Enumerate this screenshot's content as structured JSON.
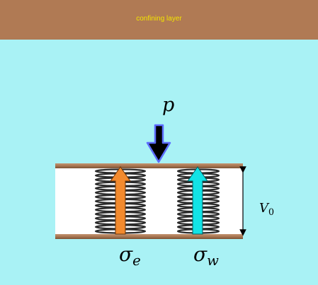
{
  "confining_layer": {
    "label": "confining layer"
  },
  "load": {
    "symbol": "p"
  },
  "volume": {
    "symbol": "V",
    "subscript": "0"
  },
  "effective_stress": {
    "symbol": "σ",
    "subscript": "e"
  },
  "water_pressure": {
    "symbol": "σ",
    "subscript": "w"
  },
  "colors": {
    "background": "#a9f2f5",
    "confining_layer": "#b07a54",
    "label_text": "#f3e400",
    "plate": "#a87652",
    "aquifer_fill": "#ffffff",
    "spring": "#2b2b2b",
    "effective_arrow": "#f28a2e",
    "water_arrow": "#12e3e6",
    "load_arrow": "#000000",
    "load_arrow_outline": "#5c6cff"
  }
}
